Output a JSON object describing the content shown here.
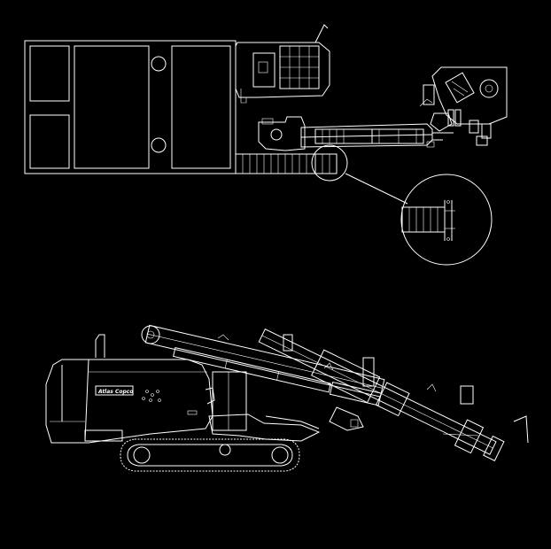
{
  "drawing": {
    "background": "#000000",
    "line_color": "#ffffff",
    "views": [
      {
        "name": "top-view"
      },
      {
        "name": "detail-view"
      },
      {
        "name": "side-view"
      }
    ],
    "logo_text": "Atlas Copco"
  }
}
